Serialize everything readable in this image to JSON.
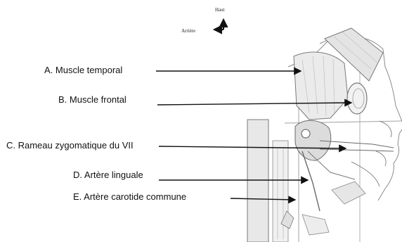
{
  "orientation": {
    "up": "Haut",
    "back": "Arrière"
  },
  "labels": [
    {
      "letter": "A",
      "text": "A. Muscle temporal"
    },
    {
      "letter": "B",
      "text": "B. Muscle frontal"
    },
    {
      "letter": "C",
      "text": "C. Rameau zygomatique du VII"
    },
    {
      "letter": "D",
      "text": "D. Artère linguale"
    },
    {
      "letter": "E",
      "text": "E. Artère carotide commune"
    }
  ]
}
